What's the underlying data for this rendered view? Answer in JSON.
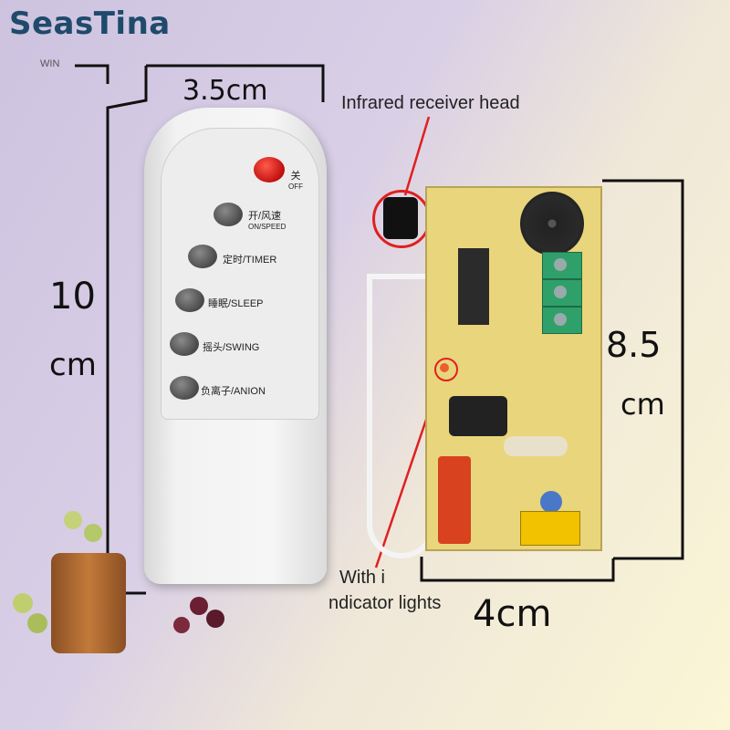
{
  "brand": "SeasTina",
  "corner_text": "WIN",
  "dimensions": {
    "remote_width": "3.5cm",
    "remote_height_value": "10",
    "remote_height_unit": "cm",
    "board_height_value": "8.5",
    "board_height_unit": "cm",
    "board_width": "4cm"
  },
  "callouts": {
    "receiver": "Infrared receiver head",
    "indicator_line1": "With i",
    "indicator_line2": "ndicator lights"
  },
  "remote_buttons": [
    {
      "label": "关",
      "sub": "OFF"
    },
    {
      "label": "开/风速",
      "sub": "ON/SPEED"
    },
    {
      "label": "定时/TIMER",
      "sub": ""
    },
    {
      "label": "睡眠/SLEEP",
      "sub": ""
    },
    {
      "label": "摇头/SWING",
      "sub": ""
    },
    {
      "label": "负离子/ANION",
      "sub": ""
    }
  ],
  "colors": {
    "callout_red": "#e02020",
    "brand": "#1f4a6b"
  }
}
